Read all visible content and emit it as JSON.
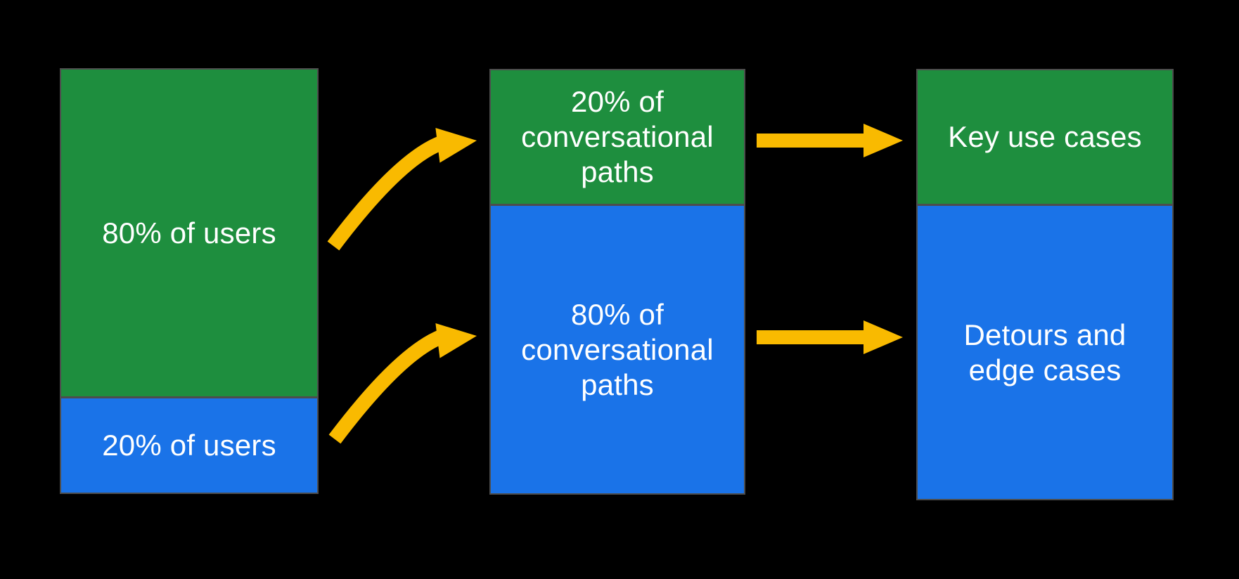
{
  "colors": {
    "bg": "#000000",
    "green": "#1e8e3e",
    "blue": "#1a73e8",
    "yellow": "#f9ba00",
    "border": "#4d4d4d",
    "text": "#ffffff"
  },
  "diagram": {
    "columns": [
      {
        "name": "users",
        "segments": [
          {
            "label": "80% of users",
            "color": "green"
          },
          {
            "label": "20% of users",
            "color": "blue"
          }
        ]
      },
      {
        "name": "conversational-paths",
        "segments": [
          {
            "label": "20% of conversational paths",
            "color": "green"
          },
          {
            "label": "80% of conversational paths",
            "color": "blue"
          }
        ]
      },
      {
        "name": "outcomes",
        "segments": [
          {
            "label": "Key use cases",
            "color": "green"
          },
          {
            "label": "Detours and edge cases",
            "color": "blue"
          }
        ]
      }
    ],
    "arrows": [
      {
        "name": "curved-arrow-top",
        "style": "curved",
        "color": "yellow",
        "from": "80% of users",
        "to": "20% of conversational paths"
      },
      {
        "name": "curved-arrow-bottom",
        "style": "curved",
        "color": "yellow",
        "from": "20% of users",
        "to": "80% of conversational paths"
      },
      {
        "name": "straight-arrow-top",
        "style": "straight",
        "color": "yellow",
        "from": "20% of conversational paths",
        "to": "Key use cases"
      },
      {
        "name": "straight-arrow-bottom",
        "style": "straight",
        "color": "yellow",
        "from": "80% of conversational paths",
        "to": "Detours and edge cases"
      }
    ]
  }
}
